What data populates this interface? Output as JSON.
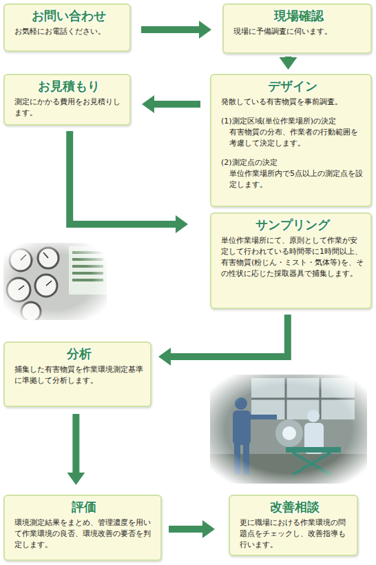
{
  "diagram": {
    "nodes": [
      {
        "text": [
          "お問い合わせ",
          "お気軽にお電話ください。"
        ]
      },
      {
        "text": [
          "現場確認",
          "現場に予備調査に伺います。"
        ]
      },
      {
        "text": [
          "お見積もり",
          "測定にかかる費用をお見積りします。"
        ]
      },
      {
        "text": [
          "デザイン",
          "発散している有害物質を事前調査。",
          "(1)測定区域(単位作業場所)の決定",
          "有害物質の分布、作業者の行動範囲を考慮して決定します。",
          "(2)測定点の決定",
          "単位作業場所内で5点以上の測定点を設定します。"
        ]
      },
      {
        "text": [
          "サンプリング",
          "単位作業場所にて、原則として作業が安定して行われている時間帯に1時間以上、有害物質(粉じん・ミスト・気体等)を、その性状に応じた採取器具で捕集します。"
        ]
      },
      {
        "text": [
          "分析",
          "捕集した有害物質を作業環境測定基準に準拠して分析します。"
        ]
      },
      {
        "text": [
          "評価",
          "環境測定結果をまとめ、管理濃度を用いて作業環境の良否、環境改善の要否を判定します。"
        ]
      },
      {
        "text": [
          "改善相談",
          "更に職場における作業環境の問題点をチェックし、改善指導も行います。"
        ]
      }
    ],
    "edges": [
      {
        "from": 0,
        "to": 1,
        "arrow": "to"
      },
      {
        "from": 1,
        "to": 3,
        "arrow": "to"
      },
      {
        "from": 3,
        "to": 2,
        "arrow": "to"
      },
      {
        "from": 2,
        "to": 4,
        "arrow": "to"
      },
      {
        "from": 4,
        "to": 5,
        "arrow": "to"
      },
      {
        "from": 5,
        "to": 6,
        "arrow": "to"
      },
      {
        "from": 6,
        "to": 7,
        "arrow": "to"
      }
    ]
  }
}
